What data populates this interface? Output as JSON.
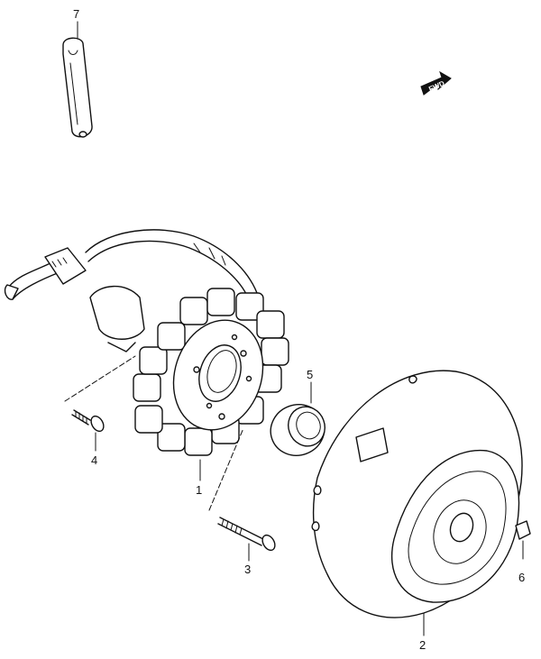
{
  "diagram": {
    "callouts": [
      {
        "id": "1",
        "label": "1"
      },
      {
        "id": "2",
        "label": "2"
      },
      {
        "id": "3",
        "label": "3"
      },
      {
        "id": "4",
        "label": "4"
      },
      {
        "id": "5",
        "label": "5"
      },
      {
        "id": "6",
        "label": "6"
      },
      {
        "id": "7",
        "label": "7"
      }
    ],
    "direction_marker": "FWD"
  }
}
